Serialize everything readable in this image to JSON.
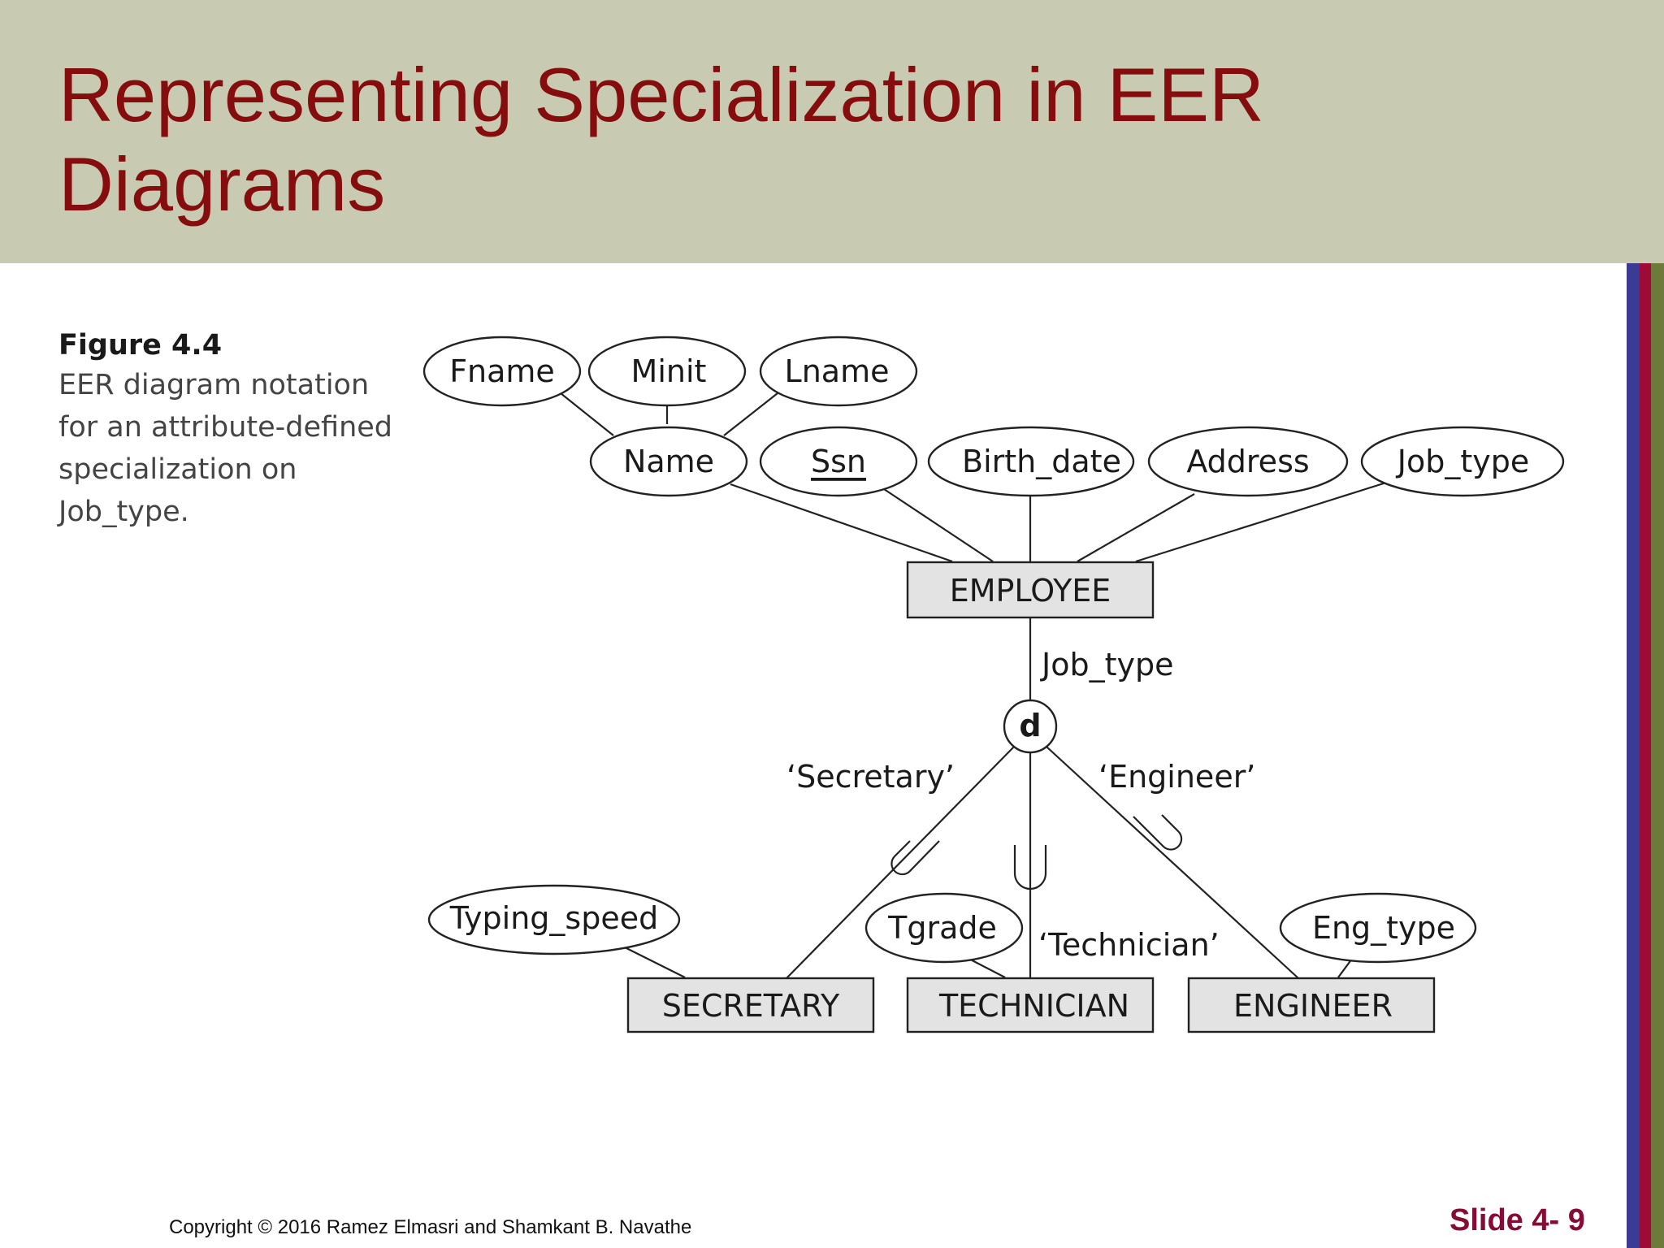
{
  "slide": {
    "title": "Representing Specialization in EER Diagrams",
    "copyright": "Copyright © 2016 Ramez Elmasri and Shamkant B. Navathe",
    "slide_number": "Slide 4- 9",
    "colors": {
      "header_background": "#c8cbb1",
      "title": "#850d0d",
      "slide_number": "#850d35",
      "stripes": [
        "#3b3b96",
        "#9e0b36",
        "#6e7a3a"
      ]
    }
  },
  "figure": {
    "label": "Figure 4.4",
    "caption": "EER diagram notation for an attribute-defined specialization on Job_type."
  },
  "diagram": {
    "entities": {
      "employee": "EMPLOYEE",
      "secretary": "SECRETARY",
      "technician": "TECHNICIAN",
      "engineer": "ENGINEER"
    },
    "attributes": {
      "fname": "Fname",
      "minit": "Minit",
      "lname": "Lname",
      "name": "Name",
      "ssn": "Ssn",
      "birth_date": "Birth_date",
      "address": "Address",
      "job_type": "Job_type",
      "typing_speed": "Typing_speed",
      "tgrade": "Tgrade",
      "eng_type": "Eng_type"
    },
    "key_attribute": "ssn",
    "defining_attribute": "Job_type",
    "disjointness_symbol": "d",
    "predicates": {
      "secretary": "‘Secretary’",
      "technician": "‘Technician’",
      "engineer": "‘Engineer’"
    }
  }
}
